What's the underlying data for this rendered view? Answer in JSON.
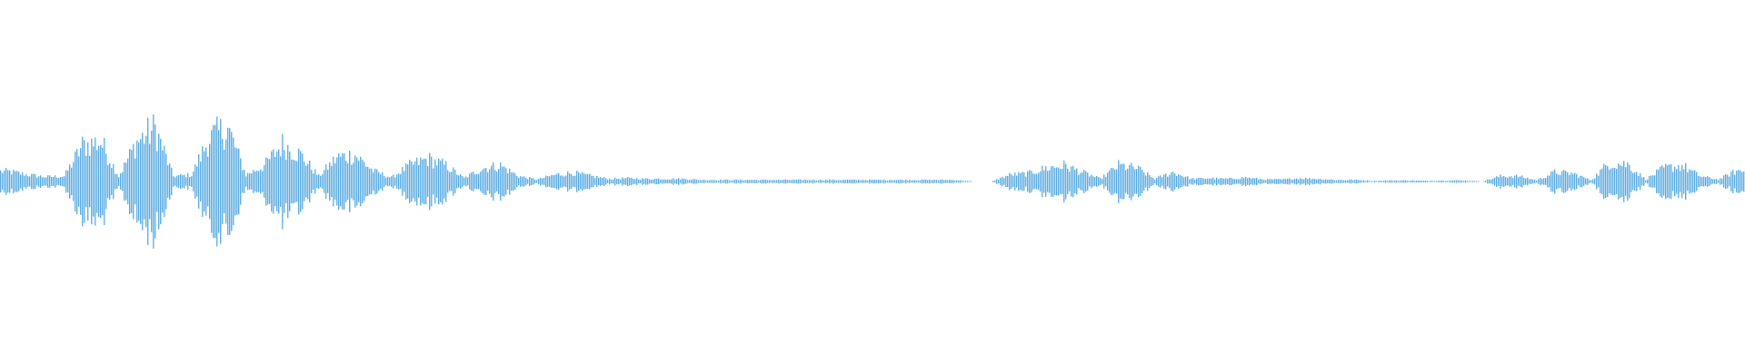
{
  "chart_data": {
    "type": "area",
    "kind": "audio-waveform",
    "title": "",
    "xlabel": "",
    "ylabel": "",
    "ylim": [
      -1,
      1
    ],
    "grid": false,
    "axes_visible": false,
    "color": "#5dade2",
    "series": [
      {
        "envelope_amplitude": [
          0.075,
          0.05,
          0.035,
          0.04,
          0.27,
          0.3,
          0.04,
          0.3,
          0.4,
          0.04,
          0.05,
          0.33,
          0.4,
          0.05,
          0.12,
          0.28,
          0.2,
          0.04,
          0.18,
          0.2,
          0.08,
          0.03,
          0.12,
          0.17,
          0.12,
          0.025,
          0.1,
          0.12,
          0.04,
          0.015,
          0.05,
          0.065,
          0.04,
          0.02,
          0.025,
          0.02,
          0.02,
          0.02,
          0.012,
          0.012,
          0.012,
          0.012,
          0.012,
          0.012,
          0.012,
          0.012,
          0.012,
          0.012,
          0.012,
          0.012,
          0.012,
          0.012,
          0.012,
          0,
          0,
          0.05,
          0.06,
          0.1,
          0.12,
          0.07,
          0.02,
          0.12,
          0.1,
          0.02,
          0.07,
          0.02,
          0.025,
          0.02,
          0.03,
          0.015,
          0.015,
          0.025,
          0.02,
          0.012,
          0.012,
          0.005,
          0.008,
          0.008,
          0.005,
          0.008,
          0.008,
          0,
          0.04,
          0.04,
          0.01,
          0.07,
          0.06,
          0.01,
          0.14,
          0.13,
          0.015,
          0.1,
          0.12,
          0.04,
          0.015,
          0.08
        ]
      }
    ]
  }
}
